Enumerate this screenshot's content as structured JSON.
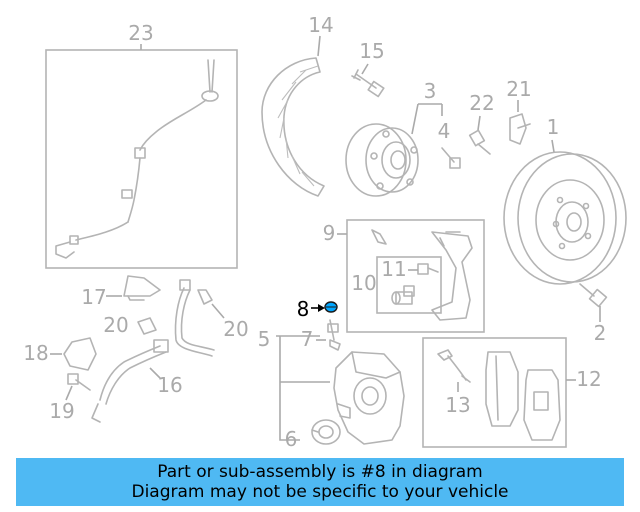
{
  "diagram": {
    "highlighted_part": "8",
    "callouts": {
      "p1": "1",
      "p2": "2",
      "p3": "3",
      "p4": "4",
      "p5": "5",
      "p6": "6",
      "p7": "7",
      "p8": "8",
      "p9": "9",
      "p10": "10",
      "p11": "11",
      "p12": "12",
      "p13": "13",
      "p14": "14",
      "p15": "15",
      "p16": "16",
      "p17": "17",
      "p18": "18",
      "p19": "19",
      "p20a": "20",
      "p20b": "20",
      "p21": "21",
      "p22": "22",
      "p23": "23"
    },
    "colors": {
      "line_art": "#b4b4b4",
      "callout_text": "#aaaaaa",
      "highlight_text": "#000000",
      "highlight_part": "#00a6ff",
      "banner_background": "#4fb9f3"
    }
  },
  "banner": {
    "line1": "Part or sub-assembly is #8 in diagram",
    "line2": "Diagram may not be specific to your vehicle"
  }
}
